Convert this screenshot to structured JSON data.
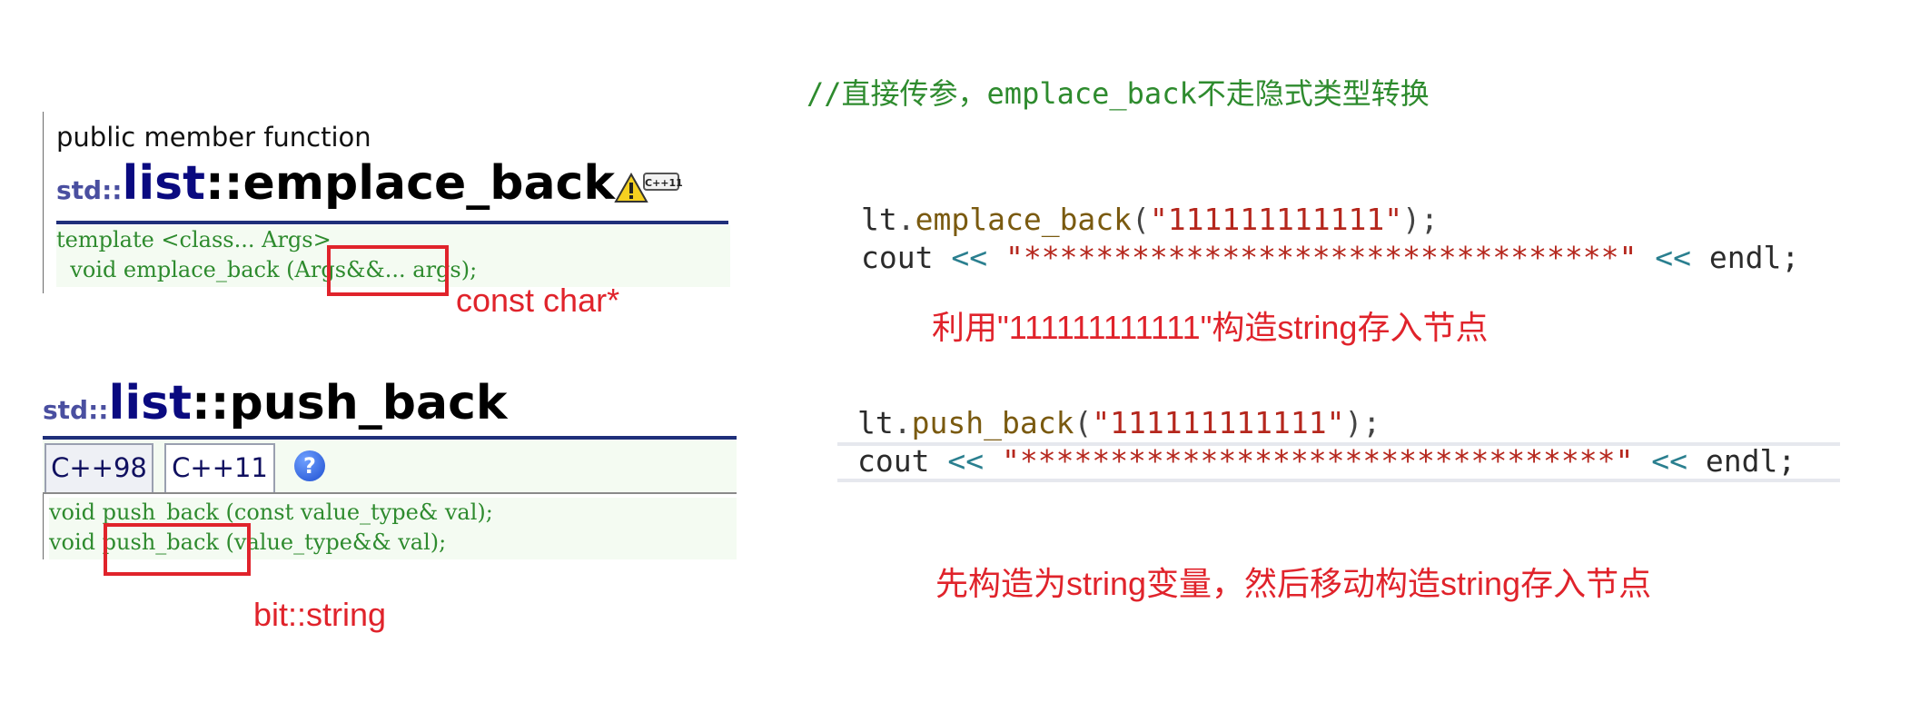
{
  "left": {
    "emplace": {
      "kind": "public member function",
      "ns": "std::",
      "cls": "list",
      "member": "::emplace_back",
      "badge": "C++11",
      "decl_line1": "template <class... Args>",
      "decl_line2": "  void emplace_back (Args&&... args);",
      "note": "const char*"
    },
    "push": {
      "ns": "std::",
      "cls": "list",
      "member": "::push_back",
      "tabs": [
        "C++98",
        "C++11"
      ],
      "help": "?",
      "decl_line1": "void push_back (const value_type& val);",
      "decl_line2": "void push_back (value_type&& val);",
      "note": "bit::string"
    }
  },
  "right": {
    "comment": "//直接传参，emplace_back不走隐式类型转换",
    "block1": {
      "obj": "lt",
      "fn": "emplace_back",
      "arg": "\"111111111111\"",
      "end": ");",
      "cout": "cout",
      "op": "<<",
      "stars": "\"*********************************\"",
      "endl": "endl;",
      "note": "利用\"111111111111\"构造string存入节点"
    },
    "block2": {
      "obj": "lt",
      "fn": "push_back",
      "arg": "\"111111111111\"",
      "end": ");",
      "cout": "cout",
      "op": "<<",
      "stars": "\"*********************************\"",
      "endl": "endl;",
      "note": "先构造为string变量，然后移动构造string存入节点"
    }
  },
  "colors": {
    "annotation_red": "#e0232b",
    "decl_green": "#2e8b2e",
    "title_navy": "#0a0a80"
  }
}
